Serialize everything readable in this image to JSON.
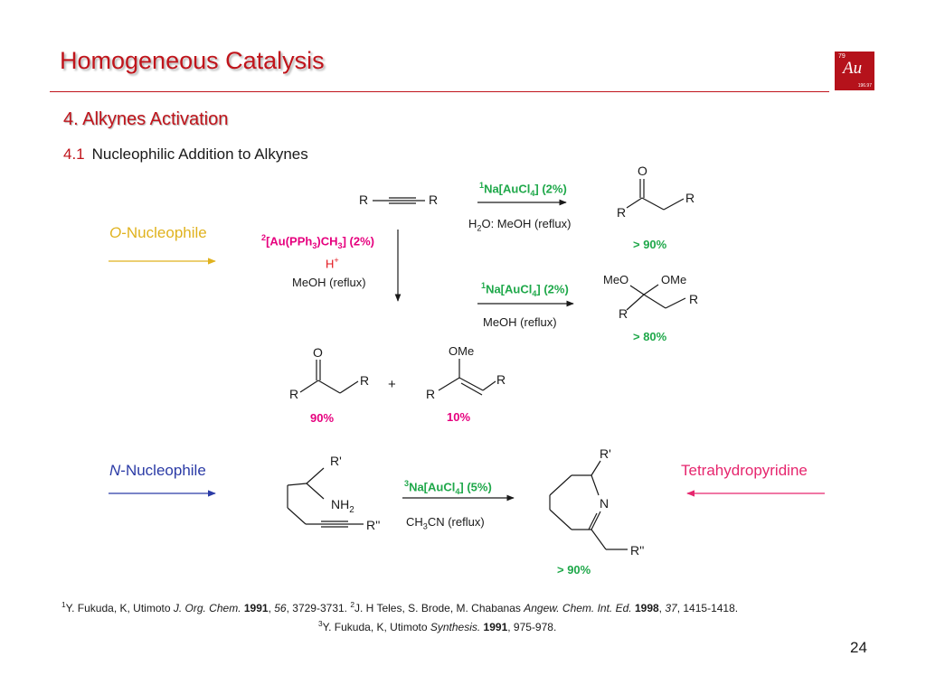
{
  "slide": {
    "title": "Homogeneous Catalysis",
    "section": "4. Alkynes Activation",
    "subsection_number": "4.1",
    "subsection_title": "Nucleophilic Addition to Alkynes",
    "page_number": "24"
  },
  "logo": {
    "atomic_number": "79",
    "symbol": "Au",
    "mass": "196.97"
  },
  "labels": {
    "o_nucleophile_prefix": "O",
    "o_nucleophile_suffix": "-Nucleophile",
    "n_nucleophile_prefix": "N",
    "n_nucleophile_suffix": "-Nucleophile",
    "tetrahydropyridine": "Tetrahydropyridine"
  },
  "structures": {
    "r": "R",
    "o": "O",
    "meo": "MeO",
    "ome": "OMe",
    "r_prime": "R'",
    "r_double_prime": "R''",
    "n": "N",
    "nh": "NH",
    "two": "2",
    "plus": "+"
  },
  "reactions": {
    "r1_sup": "1",
    "r1_catalyst": "Na[AuCl",
    "r1_catalyst_sub": "4",
    "r1_catalyst_end": "] (2%)",
    "r1_solvent_h": "H",
    "r1_solvent_sub": "2",
    "r1_solvent_rest": "O: MeOH (reflux)",
    "r1_yield": "> 90%",
    "r2_sup": "1",
    "r2_catalyst": "Na[AuCl",
    "r2_catalyst_sub": "4",
    "r2_catalyst_end": "] (2%)",
    "r2_solvent": "MeOH (reflux)",
    "r2_yield": "> 80%",
    "r3_sup": "2",
    "r3_catalyst_a": "[Au(PPh",
    "r3_sub3a": "3",
    "r3_catalyst_b": ")CH",
    "r3_sub3b": "3",
    "r3_catalyst_c": "] (2%)",
    "r3_acid": "H",
    "r3_acid_sup": "+",
    "r3_solvent": "MeOH (reflux)",
    "r3_yield_ketone": "90%",
    "r3_yield_enol": "10%",
    "r4_sup": "3",
    "r4_catalyst": "Na[AuCl",
    "r4_catalyst_sub": "4",
    "r4_catalyst_end": "] (5%)",
    "r4_solvent_a": "CH",
    "r4_solvent_sub": "3",
    "r4_solvent_b": "CN (reflux)",
    "r4_yield": "> 90%"
  },
  "references": {
    "ref1_sup": "1",
    "ref1_authors": "Y. Fukuda, K, Utimoto ",
    "ref1_journal": "J. Org. Chem.",
    "ref1_year": "1991",
    "ref1_vol": "56",
    "ref1_pages": ", 3729-3731.",
    "ref2_sup": "2",
    "ref2_authors": "J. H  Teles, S. Brode, M. Chabanas ",
    "ref2_journal": "Angew. Chem. Int. Ed.",
    "ref2_year": "1998",
    "ref2_vol": "37",
    "ref2_pages": ", 1415-1418.",
    "ref3_sup": "3",
    "ref3_authors": "Y. Fukuda, K, Utimoto ",
    "ref3_journal": "Synthesis.",
    "ref3_year": "1991",
    "ref3_pages": ", 975-978."
  },
  "colors": {
    "title_red": "#c0141b",
    "catalyst_green": "#1fa84a",
    "catalyst_magenta": "#e6007e",
    "acid_red": "#e3141b",
    "o_nucleophile_gold": "#e0b21e",
    "n_nucleophile_blue": "#2b3ba6",
    "tetrahydropyridine_pink": "#e6266e"
  }
}
